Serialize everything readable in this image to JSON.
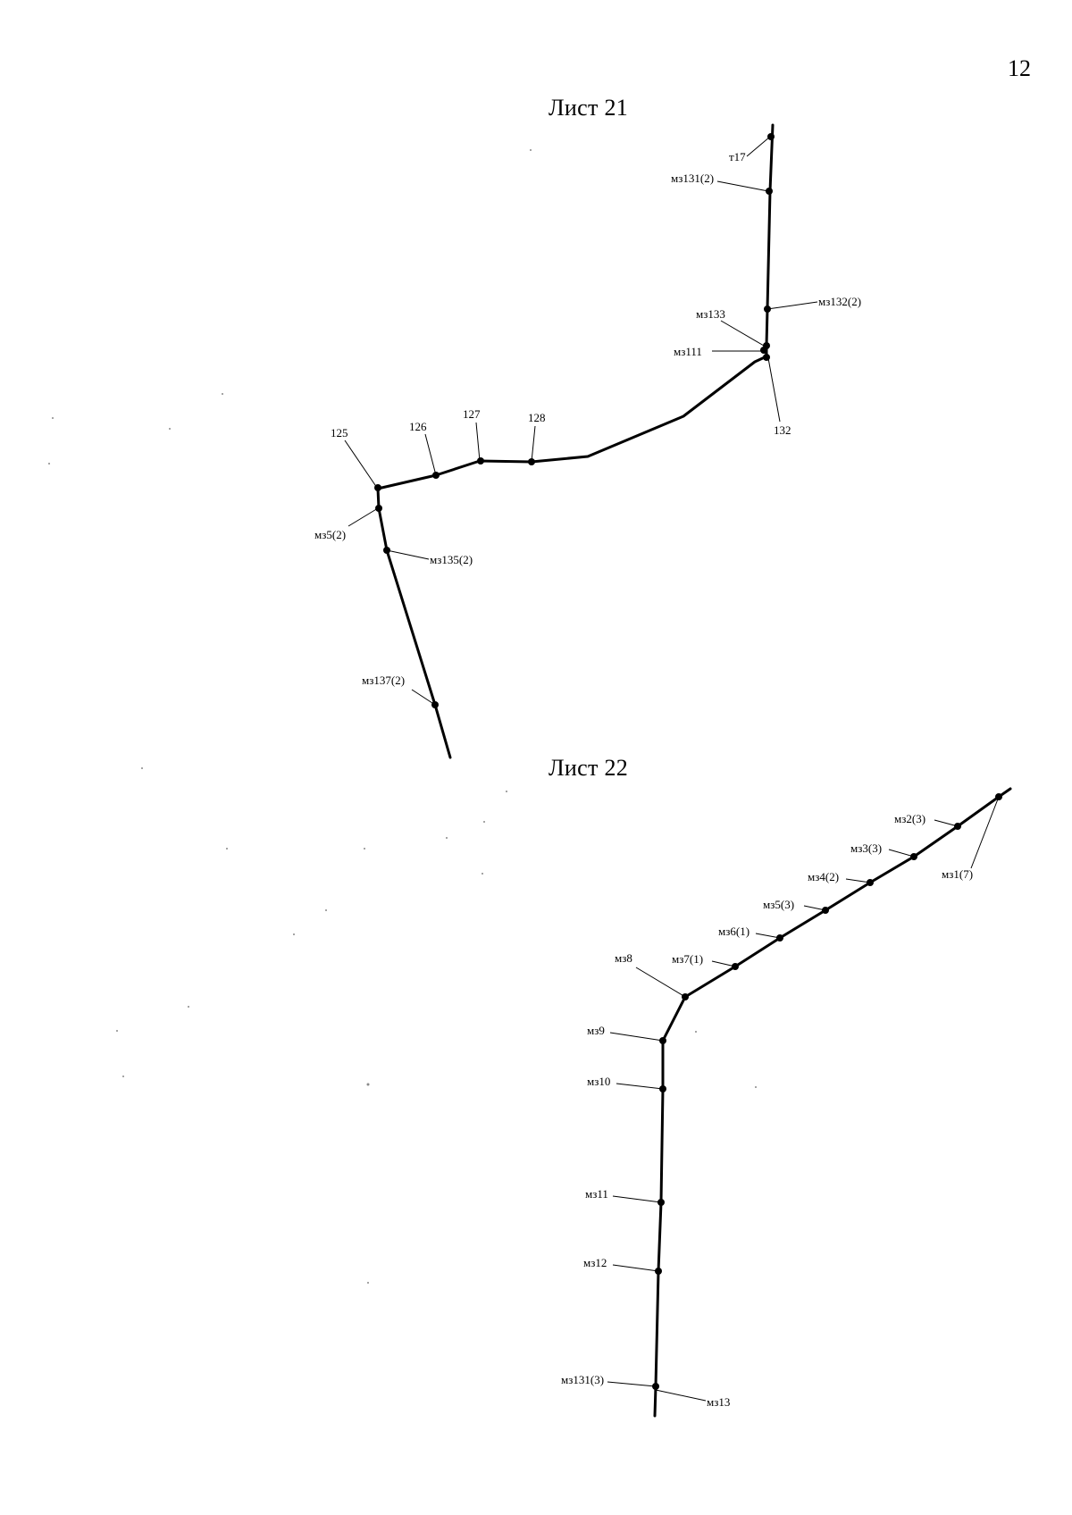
{
  "page_number": "12",
  "sheets": [
    {
      "title": "Лист 21",
      "labels": [
        "т17",
        "мз131(2)",
        "мз132(2)",
        "мз133",
        "мз111",
        "132",
        "125",
        "126",
        "127",
        "128",
        "мз5(2)",
        "мз135(2)",
        "мз137(2)"
      ]
    },
    {
      "title": "Лист 22",
      "labels": [
        "мз2(3)",
        "мз1(7)",
        "мз3(3)",
        "мз4(2)",
        "мз5(3)",
        "мз6(1)",
        "мз7(1)",
        "мз8",
        "мз9",
        "мз10",
        "мз11",
        "мз12",
        "мз131(3)",
        "мз13"
      ]
    }
  ]
}
